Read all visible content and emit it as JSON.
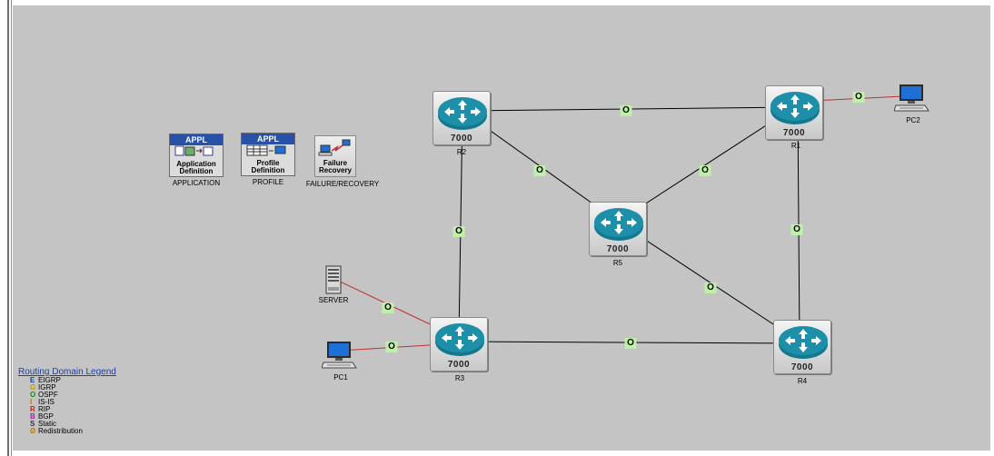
{
  "canvas": {
    "background": "#c4c4c4"
  },
  "routers": [
    {
      "id": "R2",
      "label": "R2",
      "model": "7000"
    },
    {
      "id": "R1",
      "label": "R1",
      "model": "7000"
    },
    {
      "id": "R5",
      "label": "R5",
      "model": "7000"
    },
    {
      "id": "R3",
      "label": "R3",
      "model": "7000"
    },
    {
      "id": "R4",
      "label": "R4",
      "model": "7000"
    }
  ],
  "hosts": {
    "pc2": "PC2",
    "pc1": "PC1",
    "server": "SERVER"
  },
  "config_objects": {
    "application": {
      "header": "APPL",
      "caption_line1": "Application",
      "caption_line2": "Definition",
      "label": "APPLICATION"
    },
    "profile": {
      "header": "APPL",
      "caption_line1": "Profile",
      "caption_line2": "Definition",
      "label": "PROFILE"
    },
    "failure": {
      "caption_line1": "Failure",
      "caption_line2": "Recovery",
      "label": "FAILURE/RECOVERY"
    }
  },
  "link_tag": "O",
  "links": [
    {
      "from": "R2",
      "to": "R1",
      "protocol": "O",
      "color": "#000000"
    },
    {
      "from": "R2",
      "to": "R5",
      "protocol": "O",
      "color": "#000000"
    },
    {
      "from": "R1",
      "to": "R5",
      "protocol": "O",
      "color": "#000000"
    },
    {
      "from": "R2",
      "to": "R3",
      "protocol": "O",
      "color": "#000000"
    },
    {
      "from": "R1",
      "to": "R4",
      "protocol": "O",
      "color": "#000000"
    },
    {
      "from": "R5",
      "to": "R4",
      "protocol": "O",
      "color": "#000000"
    },
    {
      "from": "R3",
      "to": "R4",
      "protocol": "O",
      "color": "#000000"
    },
    {
      "from": "R1",
      "to": "PC2",
      "protocol": "O",
      "color": "#c03030"
    },
    {
      "from": "SERVER",
      "to": "R3",
      "protocol": "O",
      "color": "#c03030"
    },
    {
      "from": "PC1",
      "to": "R3",
      "protocol": "O",
      "color": "#c03030"
    }
  ],
  "legend": {
    "title": "Routing Domain Legend",
    "items": [
      {
        "code": "E",
        "name": "EIGRP",
        "color": "#1a3fb0"
      },
      {
        "code": "G",
        "name": "IGRP",
        "color": "#b8a000"
      },
      {
        "code": "O",
        "name": "OSPF",
        "color": "#1f8a1f"
      },
      {
        "code": "I",
        "name": "IS-IS",
        "color": "#d07000"
      },
      {
        "code": "R",
        "name": "RIP",
        "color": "#c02020"
      },
      {
        "code": "B",
        "name": "BGP",
        "color": "#a020a0"
      },
      {
        "code": "S",
        "name": "Static",
        "color": "#333333"
      },
      {
        "code": "Ø",
        "name": "Redistribution",
        "color": "#c08000"
      }
    ]
  },
  "colors": {
    "router_disk": "#1e8fa8",
    "config_header": "#2752a8",
    "link_tag_bg": "#bff0a8",
    "failure_link": "#c03030"
  }
}
